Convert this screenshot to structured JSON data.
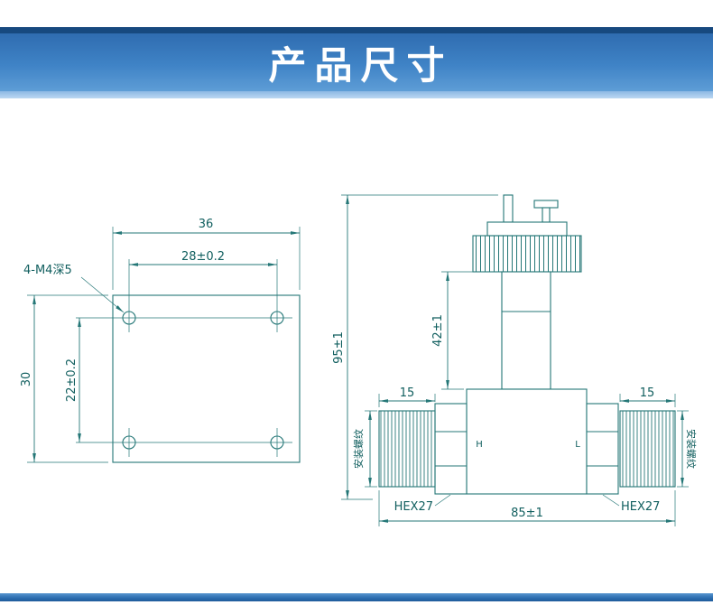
{
  "header": {
    "title": "产品尺寸"
  },
  "plate_drawing": {
    "width_total": "36",
    "width_holes": "28±0.2",
    "holes_label": "4-M4深5",
    "height_total": "30",
    "height_holes": "22±0.2"
  },
  "sensor_drawing": {
    "overall_height": "95±1",
    "neck_height": "42±1",
    "thread_len_left": "15",
    "thread_len_right": "15",
    "mount_thread_left": "安装螺纹",
    "mount_thread_right": "安装螺纹",
    "hex_left": "HEX27",
    "hex_right": "HEX27",
    "overall_width": "85±1",
    "port_high": "H",
    "port_low": "L"
  },
  "colors": {
    "banner_top_strip": "#17497f",
    "banner_gradient_top": "#2f6cb0",
    "banner_gradient_bottom": "#5e9dd6",
    "banner_bottom_strip": "#8cb8e4",
    "title_text": "#ffffff",
    "drawing_line": "#257777",
    "drawing_text": "#115f5f",
    "footer_strip": "#2b6cae"
  }
}
